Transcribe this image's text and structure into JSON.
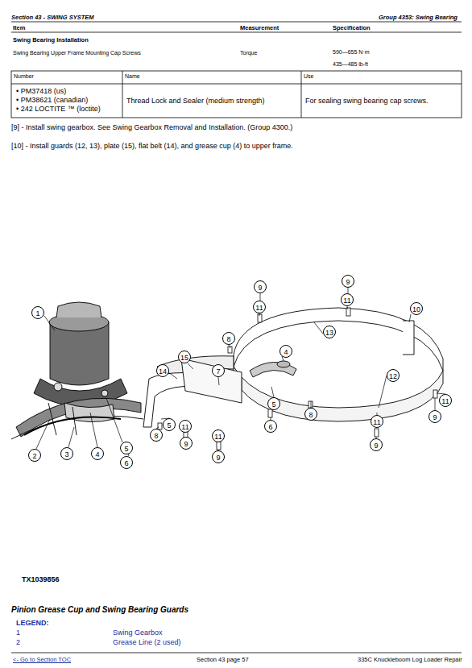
{
  "diagram": {
    "caption": "Pinion Grease Cup and Swing Bearing Guards",
    "labels": [
      "Section 43 - SWING SYSTEM",
      "Group 4353: Swing Bearing",
      "Item",
      "Measurement",
      "Specification",
      "Swing Bearing Installation",
      "Swing Bearing Upper Frame Mounting Cap Screws",
      "Torque",
      "590—655 N·m",
      "435—485 lb-ft",
      "Number",
      "Name",
      "Use",
      "• PM37418 (us)",
      "• PM38621 (canadian)",
      "• 242 LOCTITE ™ (loctite)",
      "Thread Lock and Sealer (medium strength)",
      "For sealing swing bearing cap screws.",
      "[9] - Install swing gearbox. See Swing Gearbox Removal and Installation. (Group 4300.)",
      "[10] - Install guards (12, 13), plate (15), flat belt (14), and grease cup (4) to upper frame.",
      "1",
      "2",
      "3",
      "4",
      "5",
      "6",
      "9",
      "11",
      "9",
      "11",
      "10",
      "8",
      "13",
      "4",
      "15",
      "14",
      "7",
      "12",
      "5",
      "8",
      "6",
      "11",
      "11",
      "9",
      "9",
      "5",
      "11",
      "8",
      "11",
      "9",
      "9",
      "TX1039856",
      "LEGEND:",
      "1",
      "Swing Gearbox",
      "2",
      "Grease Line (2 used)",
      "<- Go to Section TOC",
      "Section 43 page 57",
      "335C Knuckleboom Log Loader Repair"
    ]
  }
}
